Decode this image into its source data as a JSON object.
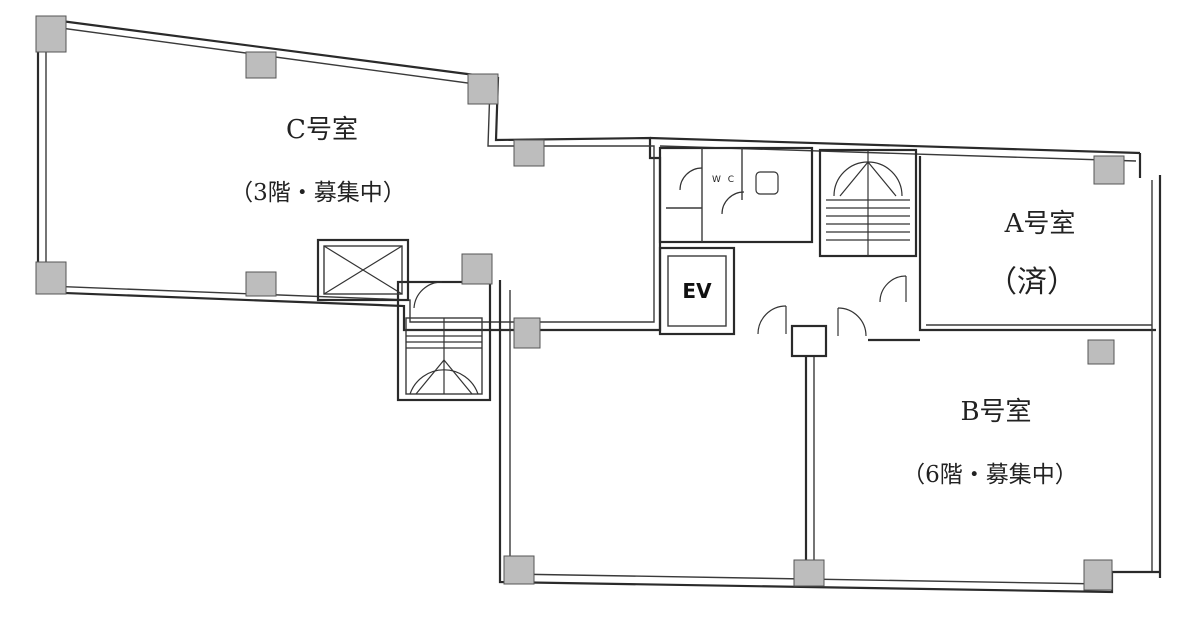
{
  "rooms": {
    "c": {
      "name": "C号室",
      "status": "（3階・募集中）"
    },
    "a": {
      "name": "A号室",
      "status": "（済）"
    },
    "b": {
      "name": "B号室",
      "status": "（6階・募集中）"
    }
  },
  "labels": {
    "elevator": "EV",
    "toilet": "W C"
  }
}
